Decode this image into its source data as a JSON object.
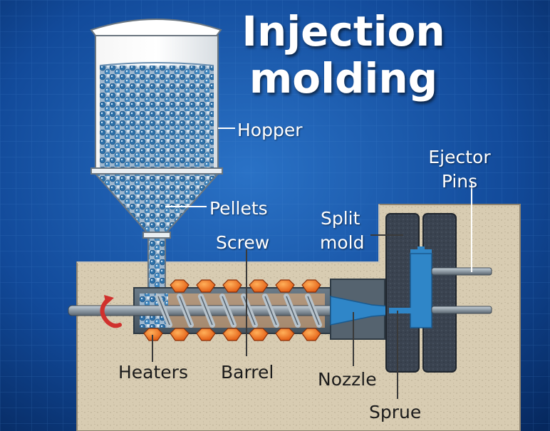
{
  "title": {
    "line1": "Injection",
    "line2": "molding"
  },
  "labels": {
    "hopper": "Hopper",
    "pellets": "Pellets",
    "screw": "Screw",
    "split_mold_line1": "Split",
    "split_mold_line2": "mold",
    "ejector_pins_line1": "Ejector",
    "ejector_pins_line2": "Pins",
    "heaters": "Heaters",
    "barrel": "Barrel",
    "nozzle": "Nozzle",
    "sprue": "Sprue"
  },
  "colors": {
    "background": "#0d3f8a",
    "base": "#d8ccb2",
    "barrel": "#5b6b78",
    "heater": "#ef6a1c",
    "molten_plastic": "#2f86c8",
    "mold": "#3a4350",
    "rotation_arrow": "#d0312d"
  },
  "icons": {
    "rotation": "curved-arrow-icon"
  }
}
